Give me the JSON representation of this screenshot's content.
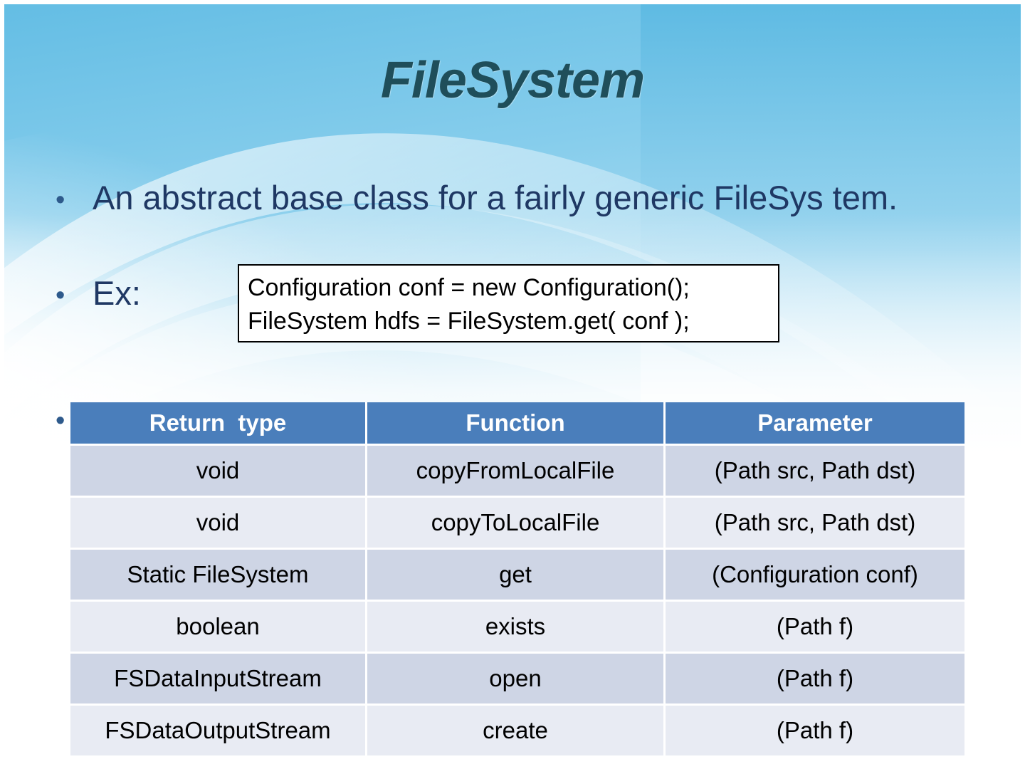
{
  "slide": {
    "title": "FileSystem",
    "accent_blue": "#4a7ebb",
    "title_color": "#1f4e5a",
    "body_color": "#1f3864",
    "row_dark_color": "#ced5e5",
    "row_light_color": "#e8ebf3",
    "bullet_glyph": "•"
  },
  "bullets": [
    {
      "glyph": "•",
      "text": "An abstract base class for a fairly generic FileSys tem."
    },
    {
      "glyph": "•",
      "text": "Ex:"
    },
    {
      "glyph": "•",
      "text": ""
    }
  ],
  "code_box": {
    "line1": "Configuration conf = new Configuration();",
    "line2": "FileSystem hdfs = FileSystem.get( conf );"
  },
  "table": {
    "headers": [
      "Return  type",
      "Function",
      "Parameter"
    ],
    "rows": [
      [
        "void",
        "copyFromLocalFile",
        "(Path src, Path dst)"
      ],
      [
        "void",
        "copyToLocalFile",
        "(Path src, Path dst)"
      ],
      [
        "Static FileSystem",
        "get",
        "(Configuration conf)"
      ],
      [
        "boolean",
        "exists",
        "(Path f)"
      ],
      [
        "FSDataInputStream",
        "open",
        "(Path f)"
      ],
      [
        "FSDataOutputStream",
        "create",
        "(Path f)"
      ]
    ]
  }
}
